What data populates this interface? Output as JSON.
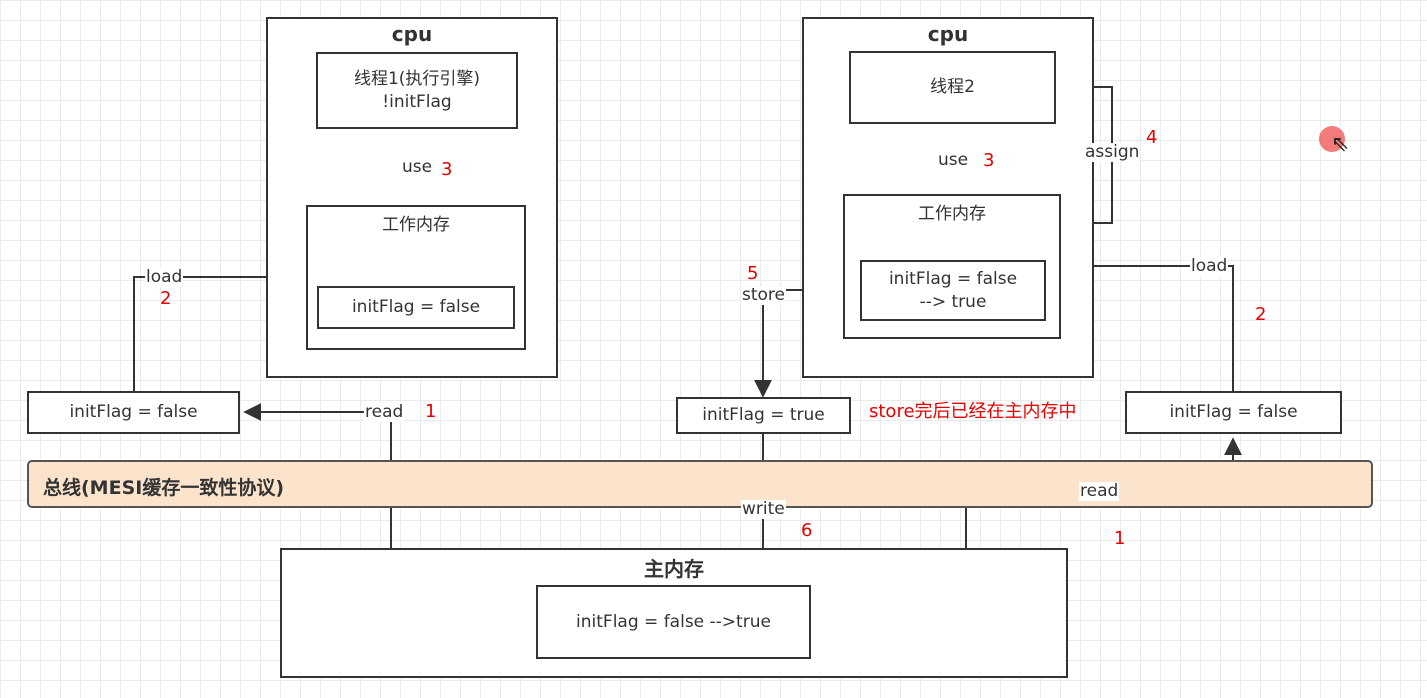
{
  "left_cpu": {
    "title": "cpu",
    "thread_box": "线程1(执行引擎)\n!initFlag",
    "working_memory_title": "工作内存",
    "working_memory_value": "initFlag = false",
    "use_label": "use",
    "use_step": "3",
    "load_label": "load",
    "load_step": "2"
  },
  "left_cache": {
    "value": "initFlag = false",
    "read_label": "read",
    "read_step": "1"
  },
  "right_cpu": {
    "title": "cpu",
    "thread_box": "线程2",
    "working_memory_title": "工作内存",
    "working_memory_value": "initFlag = false\n--> true",
    "use_label": "use",
    "use_step": "3",
    "assign_label": "assign",
    "assign_step": "4",
    "store_label": "store",
    "store_step": "5",
    "load_label": "load",
    "load_step": "2"
  },
  "middle_cache": {
    "value": "initFlag = true",
    "note": "store完后已经在主内存中",
    "write_label": "write",
    "write_step": "6"
  },
  "right_cache": {
    "value": "initFlag = false",
    "read_label": "read",
    "read_step": "1"
  },
  "bus": {
    "label": "总线(MESI缓存一致性协议)"
  },
  "main_memory": {
    "title": "主内存",
    "value": "initFlag = false -->true"
  },
  "colors": {
    "bus_fill": "#fce4cc",
    "step_number": "#e60000",
    "line": "#333333"
  }
}
